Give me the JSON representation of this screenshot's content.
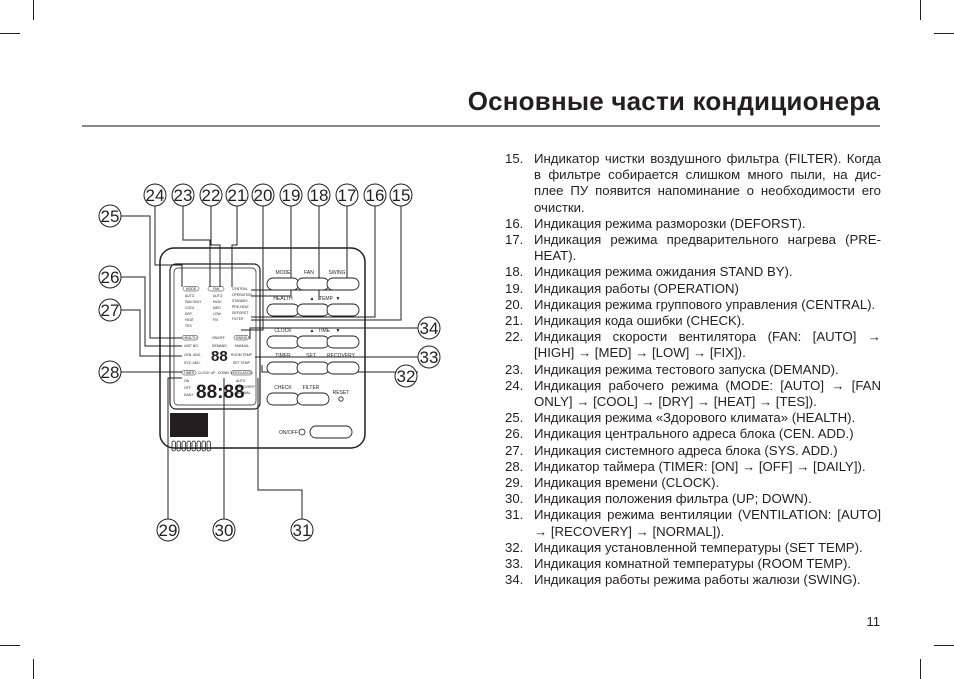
{
  "title": "Основные части кондиционера",
  "page_number": "11",
  "items": [
    {
      "num": "15.",
      "text": "Индикатор чистки воздушного фильтра (FILTER). Когда в фильтре собирается слишком много пыли, на дис-плее ПУ появится напоминание о необходимости его очистки."
    },
    {
      "num": "16.",
      "text": "Индикация режима разморозки (DEFORST)."
    },
    {
      "num": "17.",
      "text": "Индикация режима предварительного нагрева (PRE-HEAT)."
    },
    {
      "num": "18.",
      "text": "Индикация режима ожидания STAND BY)."
    },
    {
      "num": "19.",
      "text": "Индикация работы (OPERATION)"
    },
    {
      "num": "20.",
      "text": "Индикация режима группового управления (CENTRAL)."
    },
    {
      "num": "21.",
      "text": "Индикация кода ошибки (CHECK)."
    },
    {
      "num": "22.",
      "text": "Индикация скорости вентилятора (FAN: [AUTO] → [HIGH] → [MED] → [LOW] → [FIX])."
    },
    {
      "num": "23.",
      "text": "Индикация режима тестового запуска (DEMAND)."
    },
    {
      "num": "24.",
      "text": "Индикация рабочего режима (MODE: [AUTO] → [FAN ONLY] → [COOL] → [DRY] → [HEAT] → [TES])."
    },
    {
      "num": "25.",
      "text": "Индикация режима «Здорового климата» (HEALTH)."
    },
    {
      "num": "26.",
      "text": "Индикация центрального адреса блока (CEN. ADD.)"
    },
    {
      "num": "27.",
      "text": "Индикация системного адреса блока (SYS. ADD.)"
    },
    {
      "num": "28.",
      "text": "Индикатор таймера (TIMER: [ON] → [OFF] → [DAILY])."
    },
    {
      "num": "29.",
      "text": "Индикация времени (CLOCK)."
    },
    {
      "num": "30.",
      "text": "Индикация положения фильтра (UP; DOWN)."
    },
    {
      "num": "31.",
      "text": "Индикация режима вентиляции (VENTILATION: [AUTO] → [RECOVERY] → [NORMAL])."
    },
    {
      "num": "32.",
      "text": "Индикация установленной температуры (SET TEMP)."
    },
    {
      "num": "33.",
      "text": "Индикация комнатной температуры (ROOM TEMP)."
    },
    {
      "num": "34.",
      "text": "Индикация работы режима работы жалюзи (SWING)."
    }
  ],
  "diagram": {
    "callouts_top": [
      "24",
      "23",
      "22",
      "21",
      "20",
      "19",
      "18",
      "17",
      "16",
      "15"
    ],
    "callouts_left": [
      "25",
      "26",
      "27",
      "28"
    ],
    "callouts_right": [
      "34",
      "33",
      "32"
    ],
    "callouts_bottom": [
      "29",
      "30",
      "31"
    ],
    "lcd": {
      "mode_box": "MODE",
      "mode_list": [
        "AUTO",
        "FAN ONLY",
        "COOL",
        "DRY",
        "HEAT",
        "TES"
      ],
      "fan_box": "FAN",
      "fan_list": [
        "AUTO",
        "HIGH",
        "MED",
        "LOW",
        "FIX"
      ],
      "status_list": [
        "CENTRAL",
        "OPERATION",
        "STANDBY",
        "PRE-HEAT",
        "DEFORST",
        "FILTER"
      ],
      "onoff": "ON/OFF",
      "swing_box": "SWING",
      "health_box": "HEALTH",
      "demand": "DEMAND",
      "manual": "MANUAL",
      "unit_no": "UNIT NO.",
      "room_temp": "ROOM TEMP",
      "cen_add": "CEN. ADD.",
      "set_temp": "SET TEMP",
      "sys_add": "SYS. ADD.",
      "timer_box": "TIMER",
      "clock_up": "CLOCK UP",
      "down": "DOWN",
      "ventilation_box": "VENTILATION",
      "vent_list": [
        "AUTO",
        "RECOVERY",
        "NORMAL"
      ],
      "timer_list": [
        "ON",
        "OFF",
        "DAILY"
      ],
      "digits_small": "88",
      "digits_big": "88:88"
    },
    "buttons": {
      "mode": "MODE",
      "fan": "FAN",
      "swing": "SWING",
      "health": "HEALTH",
      "temp": "TEMP",
      "clock": "CLOCK",
      "time": "TIME",
      "timer": "TIMER",
      "set": "SET",
      "recovery": "RECOVERY",
      "check": "CHECK",
      "filter": "FILTER",
      "reset": "RESET",
      "onoff": "ON/OFF",
      "up_arrow": "▲",
      "down_arrow": "▼"
    }
  }
}
